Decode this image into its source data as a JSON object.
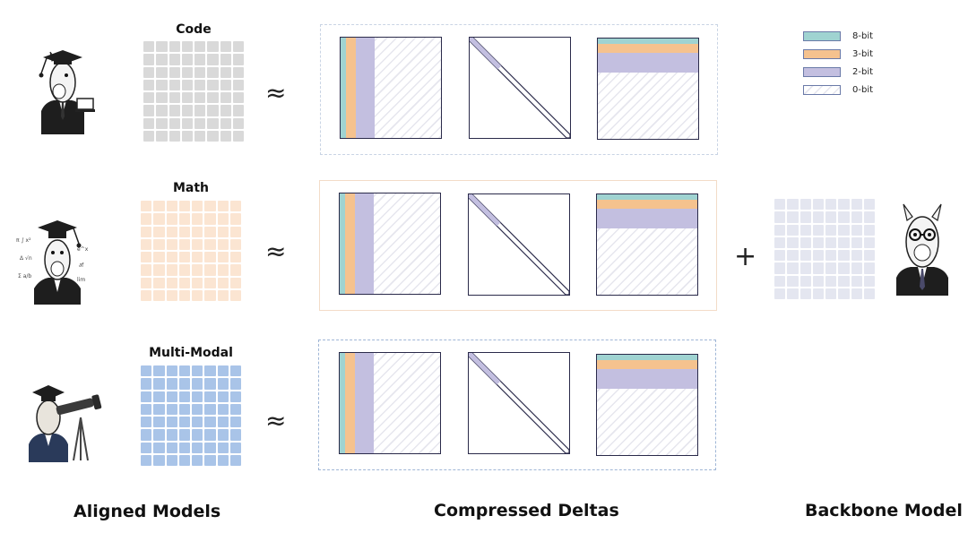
{
  "colors": {
    "bit8": "#9fd3d1",
    "bit3": "#f5c28e",
    "bit2": "#c3bfe0",
    "grid_code": "#d9d9d9",
    "grid_math": "#fbe5d2",
    "grid_mm": "#a9c4e8",
    "grid_backbone": "#e4e6f0",
    "panel_code": "#c9d4e4",
    "panel_math": "#f3dcc8",
    "panel_mm": "#9fb6d6"
  },
  "aligned_models": [
    {
      "name": "Code",
      "avatar": "llama-graduate-laptop-icon"
    },
    {
      "name": "Math",
      "avatar": "llama-graduate-math-icon"
    },
    {
      "name": "Multi-Modal",
      "avatar": "llama-telescope-icon"
    }
  ],
  "approx_symbol": "≈",
  "plus_symbol": "+",
  "legend": [
    {
      "label": "8-bit",
      "color": "#9fd3d1"
    },
    {
      "label": "3-bit",
      "color": "#f5c28e"
    },
    {
      "label": "2-bit",
      "color": "#c3bfe0"
    },
    {
      "label": "0-bit",
      "color": "hatched"
    }
  ],
  "backbone": {
    "avatar": "llama-glasses-icon"
  },
  "labels": {
    "aligned": "Aligned Models",
    "compressed": "Compressed Deltas",
    "backbone": "Backbone Model"
  }
}
